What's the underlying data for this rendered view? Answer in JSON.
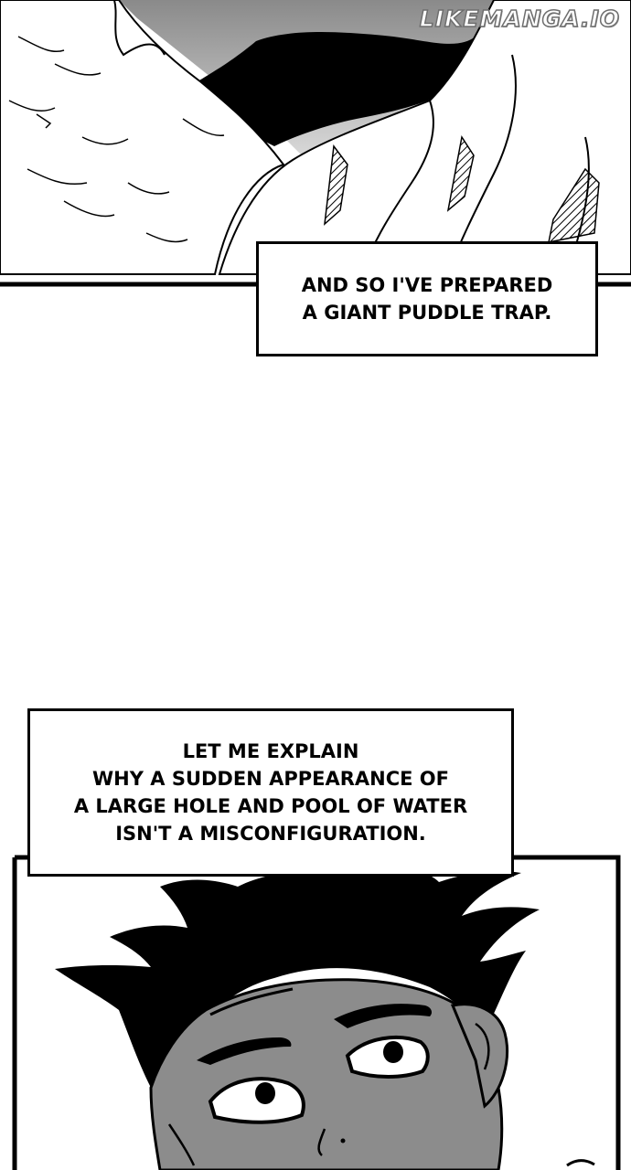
{
  "watermark": "LIKEMANGA.IO",
  "captions": [
    {
      "lines": [
        "AND SO I'VE PREPARED",
        "A GIANT PUDDLE TRAP."
      ]
    },
    {
      "lines": [
        "LET ME EXPLAIN",
        "WHY A SUDDEN APPEARANCE OF",
        "A LARGE HOLE AND POOL OF WATER",
        "ISN'T A MISCONFIGURATION."
      ]
    }
  ],
  "colors": {
    "ink": "#000000",
    "paper": "#ffffff",
    "skin_tone": "#8c8c8c",
    "sky_gray": "#a8a8a8"
  }
}
